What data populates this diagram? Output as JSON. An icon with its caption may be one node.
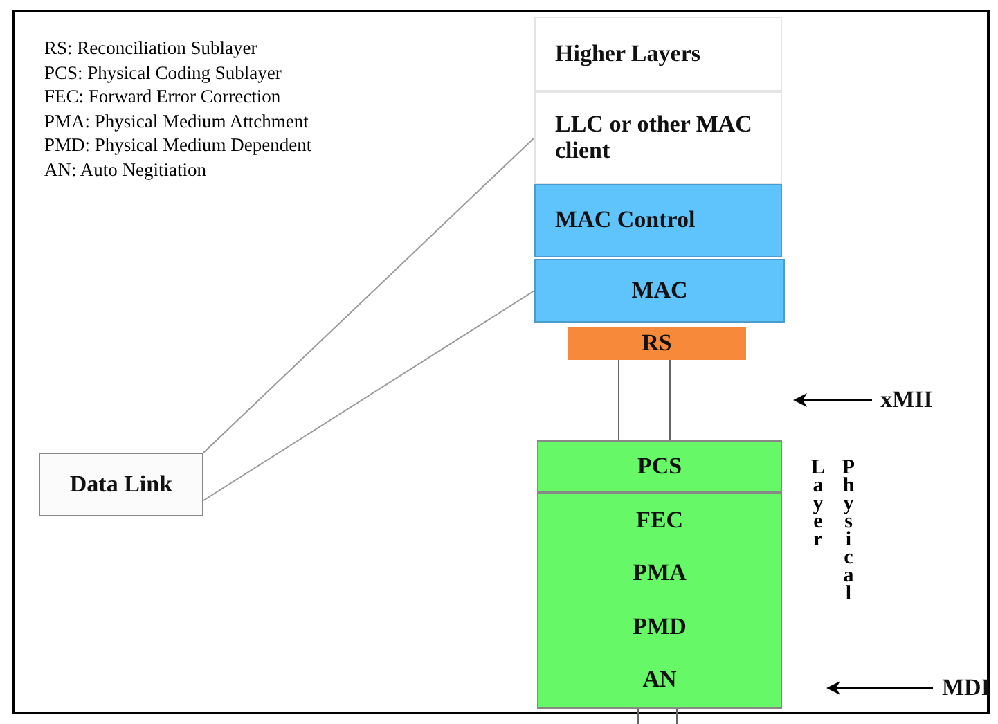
{
  "diagram": {
    "nodes": [
      {
        "text": [
          "Higher Layers"
        ]
      },
      {
        "text": [
          "LLC or other MAC client"
        ]
      },
      {
        "text": [
          "MAC Control"
        ]
      },
      {
        "text": [
          "MAC"
        ]
      },
      {
        "text": [
          "RS"
        ]
      },
      {
        "text": [
          "xMII"
        ]
      },
      {
        "text": [
          "PCS"
        ]
      },
      {
        "text": [
          "FEC",
          "PMA",
          "PMD",
          "AN"
        ]
      },
      {
        "text": [
          "Data Link"
        ]
      },
      {
        "text": [
          "MDI"
        ]
      }
    ],
    "edges": [
      {
        "from": 8,
        "to": 1,
        "arrow": "none"
      },
      {
        "from": 8,
        "to": 3,
        "arrow": "none"
      },
      {
        "from": 4,
        "to": 6,
        "arrow": "none"
      },
      {
        "from": 4,
        "to": 6,
        "arrow": "none"
      },
      {
        "from": 5,
        "to": null,
        "arrow": "to",
        "color": "#000000"
      },
      {
        "from": 9,
        "to": null,
        "arrow": "to",
        "color": "#000000"
      },
      {
        "from": 7,
        "to": null,
        "arrow": "none"
      },
      {
        "from": 7,
        "to": null,
        "arrow": "none"
      }
    ],
    "labels": [
      "RS: Reconciliation Sublayer",
      "PCS: Physical Coding Sublayer",
      "FEC: Forward Error Correction",
      "PMA: Physical Medium Attchment",
      "PMD: Physical Medium Dependent",
      "AN: Auto Negitiation",
      "Physical Layer"
    ]
  }
}
